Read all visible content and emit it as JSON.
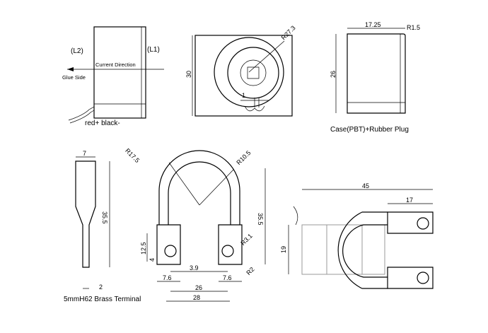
{
  "view_front": {
    "l2": "(L2)",
    "l1": "(L1)",
    "current_direction": "Current Direction",
    "glue_side": "Glue Side",
    "wires": "red+ black-"
  },
  "view_round": {
    "outer_dim": "30",
    "radius": "R27.3",
    "gap": "1"
  },
  "view_side": {
    "width": "17.25",
    "height": "26",
    "radius": "R1.5",
    "caption": "Case(PBT)+Rubber Plug"
  },
  "terminal_profile": {
    "top_width": "7",
    "height": "35.5",
    "bottom_width": "2",
    "caption": "5mmH62 Brass Terminal"
  },
  "terminal_front": {
    "r_outer": "R17.5",
    "r_inner": "R10.5",
    "height": "35.5",
    "hole_r": "R3.1",
    "corner_r": "R2",
    "hole_h": "12.5",
    "hole_off": "4",
    "hole_pos": "3.9",
    "pad_left": "7.6",
    "pad_right": "7.6",
    "pitch": "26",
    "width": "28"
  },
  "terminal_side": {
    "length": "45",
    "end": "17",
    "height": "19"
  }
}
